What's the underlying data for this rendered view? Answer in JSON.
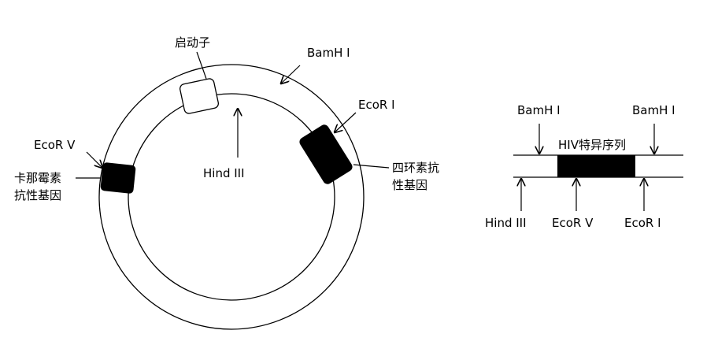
{
  "plasmid": {
    "promoter_label": "启动子",
    "bamh1_label": "BamH I",
    "ecor1_label": "EcoR I",
    "hind3_label": "Hind III",
    "ecorv_label": "EcoR V",
    "kan_label_line1": "卡那霉素",
    "kan_label_line2": "抗性基因",
    "tet_label_line1": "四环素抗",
    "tet_label_line2": "性基因"
  },
  "insert": {
    "bamh1_left_label": "BamH I",
    "bamh1_right_label": "BamH I",
    "hiv_label": "HIV特异序列",
    "hind3_label": "Hind III",
    "ecorv_label": "EcoR V",
    "ecor1_label": "EcoR I"
  },
  "colors": {
    "line": "#000000",
    "gene_block": "#000000",
    "background": "#ffffff"
  }
}
